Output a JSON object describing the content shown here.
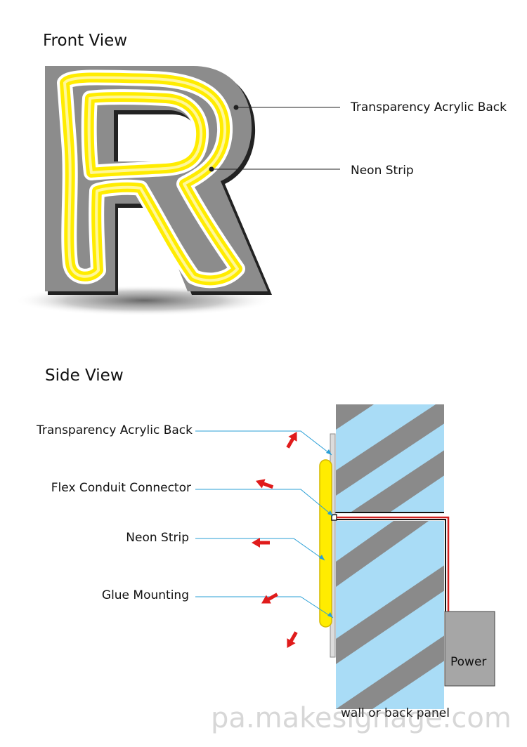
{
  "front_view": {
    "title": "Front View",
    "labels": {
      "acrylic_back": "Transparency Acrylic Back",
      "neon_strip": "Neon Strip"
    }
  },
  "side_view": {
    "title": "Side View",
    "labels": {
      "acrylic_back": "Transparency Acrylic Back",
      "flex_conduit": "Flex Conduit Connector",
      "neon_strip": "Neon Strip",
      "glue_mounting": "Glue Mounting",
      "power": "Power",
      "wall": "wall or back panel"
    }
  },
  "watermark": "pa.makesignage.com",
  "colors": {
    "acrylic_gray": "#8c8c8c",
    "neon_yellow": "#ffec00",
    "wall_blue": "#a9dcf6",
    "wall_stripe": "#8a8a8a",
    "callout_blue": "#2a9fd6",
    "arrow_red": "#e01b1b",
    "power_box": "#a6a6a6"
  }
}
